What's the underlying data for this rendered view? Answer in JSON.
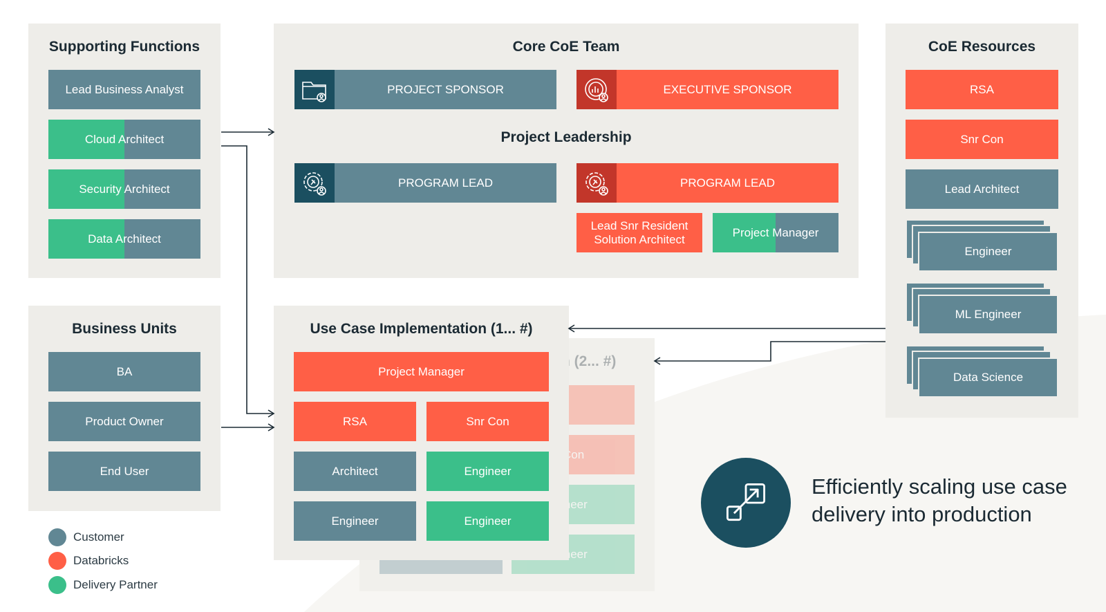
{
  "supporting": {
    "title": "Supporting Functions",
    "items": [
      "Lead Business Analyst",
      "Cloud Architect",
      "Security Architect",
      "Data Architect"
    ]
  },
  "business_units": {
    "title": "Business Units",
    "items": [
      "BA",
      "Product Owner",
      "End User"
    ]
  },
  "core": {
    "title": "Core CoE Team",
    "project_sponsor": "PROJECT SPONSOR",
    "executive_sponsor": "EXECUTIVE SPONSOR",
    "leadership_title": "Project Leadership",
    "program_lead_customer": "PROGRAM LEAD",
    "program_lead_databricks": "PROGRAM LEAD",
    "lead_snr_resident": "Lead Snr Resident Solution Architect",
    "project_manager": "Project Manager"
  },
  "resources": {
    "title": "CoE Resources",
    "items": [
      "RSA",
      "Snr Con",
      "Lead Architect"
    ],
    "stacked": [
      "Engineer",
      "ML Engineer",
      "Data Science"
    ]
  },
  "use_case": {
    "title": "Use Case Implementation (1... #)",
    "project_manager": "Project Manager",
    "rsa": "RSA",
    "snr_con": "Snr Con",
    "architect": "Architect",
    "engineer_customer": "Engineer",
    "engineer_partner_1": "Engineer",
    "engineer_partner_2": "Engineer"
  },
  "use_case_2": {
    "title_fragment": "n (2... #)",
    "con_fragment": "Con",
    "engineer_fragment_1": "ineer",
    "engineer_fragment_2": "ineer"
  },
  "legend": [
    {
      "label": "Customer",
      "color": "#618794"
    },
    {
      "label": "Databricks",
      "color": "#ff5f46"
    },
    {
      "label": "Delivery Partner",
      "color": "#3bbf8a"
    }
  ],
  "tagline": "Efficiently scaling use case delivery into production",
  "colors": {
    "customer": "#618794",
    "databricks": "#ff5f46",
    "delivery_partner": "#3bbf8a",
    "panel": "#eeede9",
    "accent_dark": "#1b4f60"
  },
  "icons": {
    "project_sponsor": "folder-person-icon",
    "executive_sponsor": "chart-person-icon",
    "program_lead": "gear-person-icon",
    "scaling": "expand-arrow-icon"
  }
}
